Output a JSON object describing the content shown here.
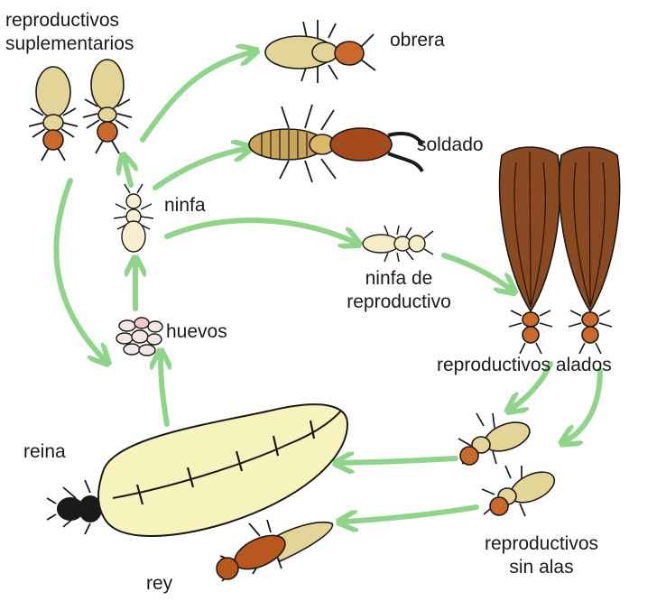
{
  "diagram": {
    "labels": {
      "reproductivos_suplementarios": [
        "reproductivos",
        "suplementarios"
      ],
      "obrera": "obrera",
      "soldado": "soldado",
      "ninfa": "ninfa",
      "ninfa_de_reproductivo": [
        "ninfa de",
        "reproductivo"
      ],
      "huevos": "huevos",
      "reproductivos_alados": "reproductivos alados",
      "reina": "reina",
      "rey": "rey",
      "reproductivos_sin_alas": [
        "reproductivos",
        "sin alas"
      ]
    },
    "colors": {
      "arrow": "#8fd48a",
      "outline": "#1a1a1a",
      "worker_body": "#e3d497",
      "worker_head": "#c9692e",
      "soldier_head": "#a64a1c",
      "soldier_body": "#c9a45a",
      "wing": "#8a4a22",
      "queen_abdomen": "#f7f3bd",
      "egg": "#f5e6e6",
      "king_body": "#b8571f"
    }
  }
}
